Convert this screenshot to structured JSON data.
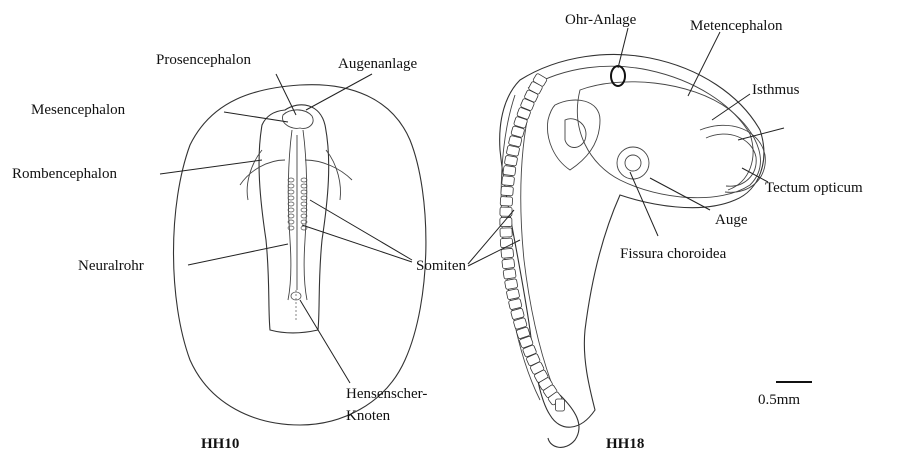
{
  "figures": [
    {
      "caption": "HH10",
      "labels": [
        "Prosencephalon",
        "Augenanlage",
        "Mesencephalon",
        "Rombencephalon",
        "Neuralrohr",
        "Somiten",
        "Hensenscher-",
        "Knoten"
      ]
    },
    {
      "caption": "HH18",
      "labels": [
        "Ohr-Anlage",
        "Metencephalon",
        "Isthmus",
        "Tectum opticum",
        "Auge",
        "Fissura choroidea"
      ]
    }
  ],
  "scale_bar": {
    "label": "0.5mm"
  }
}
